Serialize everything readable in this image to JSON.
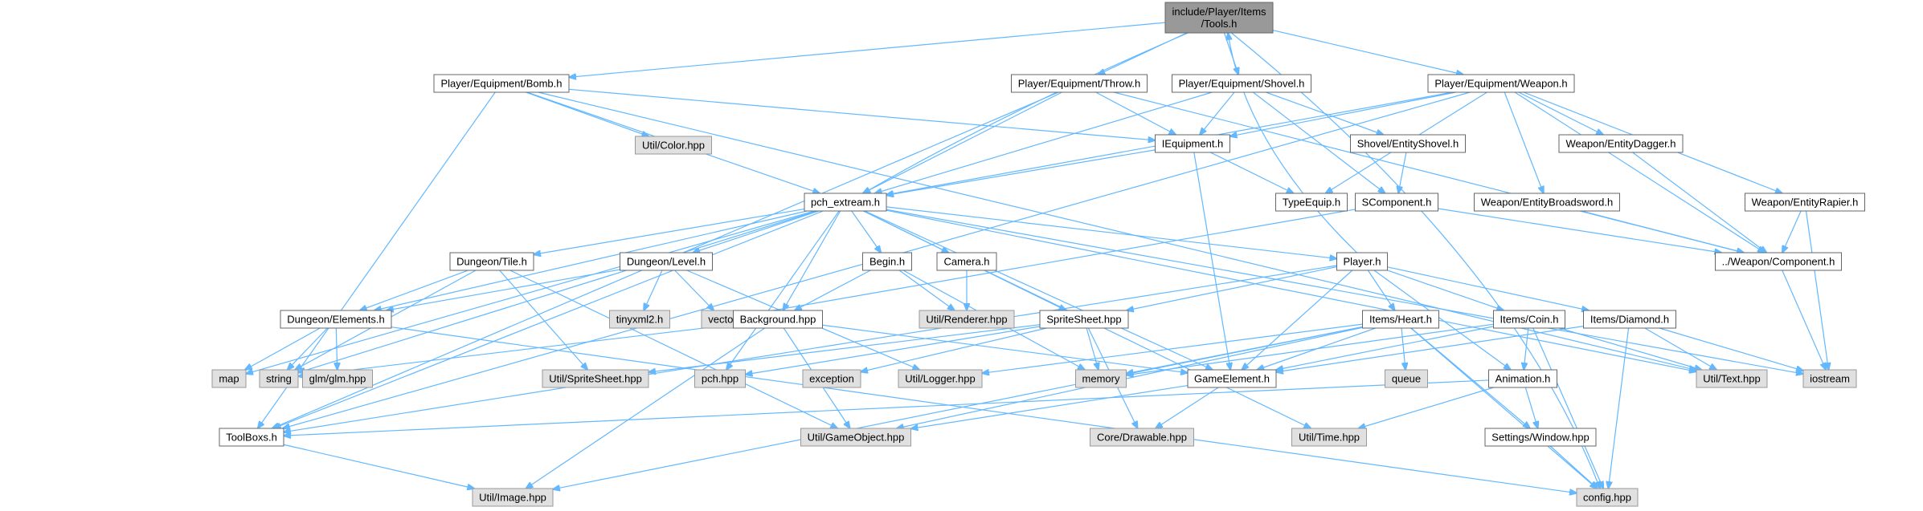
{
  "nodes": [
    {
      "id": "root",
      "label": [
        "include/Player/Items",
        "/Tools.h"
      ],
      "style": "root"
    },
    {
      "id": "bomb",
      "label": [
        "Player/Equipment/Bomb.h"
      ],
      "style": "white"
    },
    {
      "id": "throw",
      "label": [
        "Player/Equipment/Throw.h"
      ],
      "style": "white"
    },
    {
      "id": "shovel",
      "label": [
        "Player/Equipment/Shovel.h"
      ],
      "style": "white"
    },
    {
      "id": "weapon",
      "label": [
        "Player/Equipment/Weapon.h"
      ],
      "style": "white"
    },
    {
      "id": "color",
      "label": [
        "Util/Color.hpp"
      ],
      "style": "gray"
    },
    {
      "id": "iequip",
      "label": [
        "IEquipment.h"
      ],
      "style": "white"
    },
    {
      "id": "entshovel",
      "label": [
        "Shovel/EntityShovel.h"
      ],
      "style": "white"
    },
    {
      "id": "entdagger",
      "label": [
        "Weapon/EntityDagger.h"
      ],
      "style": "white"
    },
    {
      "id": "pch",
      "label": [
        "pch_extream.h"
      ],
      "style": "white"
    },
    {
      "id": "typeequip",
      "label": [
        "TypeEquip.h"
      ],
      "style": "white"
    },
    {
      "id": "scomp",
      "label": [
        "SComponent.h"
      ],
      "style": "white"
    },
    {
      "id": "broadsword",
      "label": [
        "Weapon/EntityBroadsword.h"
      ],
      "style": "white"
    },
    {
      "id": "rapier",
      "label": [
        "Weapon/EntityRapier.h"
      ],
      "style": "white"
    },
    {
      "id": "tile",
      "label": [
        "Dungeon/Tile.h"
      ],
      "style": "white"
    },
    {
      "id": "level",
      "label": [
        "Dungeon/Level.h"
      ],
      "style": "white"
    },
    {
      "id": "begin",
      "label": [
        "Begin.h"
      ],
      "style": "white"
    },
    {
      "id": "camera",
      "label": [
        "Camera.h"
      ],
      "style": "white"
    },
    {
      "id": "player",
      "label": [
        "Player.h"
      ],
      "style": "white"
    },
    {
      "id": "wcomp",
      "label": [
        "../Weapon/Component.h"
      ],
      "style": "white"
    },
    {
      "id": "elements",
      "label": [
        "Dungeon/Elements.h"
      ],
      "style": "white"
    },
    {
      "id": "tinyxml",
      "label": [
        "tinyxml2.h"
      ],
      "style": "gray"
    },
    {
      "id": "vector",
      "label": [
        "vector"
      ],
      "style": "gray"
    },
    {
      "id": "background",
      "label": [
        "Background.hpp"
      ],
      "style": "white"
    },
    {
      "id": "renderer",
      "label": [
        "Util/Renderer.hpp"
      ],
      "style": "gray"
    },
    {
      "id": "spritesheet",
      "label": [
        "SpriteSheet.hpp"
      ],
      "style": "white"
    },
    {
      "id": "heart",
      "label": [
        "Items/Heart.h"
      ],
      "style": "white"
    },
    {
      "id": "coin",
      "label": [
        "Items/Coin.h"
      ],
      "style": "white"
    },
    {
      "id": "diamond",
      "label": [
        "Items/Diamond.h"
      ],
      "style": "white"
    },
    {
      "id": "map",
      "label": [
        "map"
      ],
      "style": "gray"
    },
    {
      "id": "string",
      "label": [
        "string"
      ],
      "style": "gray"
    },
    {
      "id": "glm",
      "label": [
        "glm/glm.hpp"
      ],
      "style": "gray"
    },
    {
      "id": "utilss",
      "label": [
        "Util/SpriteSheet.hpp"
      ],
      "style": "gray"
    },
    {
      "id": "pchhpp",
      "label": [
        "pch.hpp"
      ],
      "style": "gray"
    },
    {
      "id": "exception",
      "label": [
        "exception"
      ],
      "style": "gray"
    },
    {
      "id": "logger",
      "label": [
        "Util/Logger.hpp"
      ],
      "style": "gray"
    },
    {
      "id": "memory",
      "label": [
        "memory"
      ],
      "style": "gray"
    },
    {
      "id": "gameelem",
      "label": [
        "GameElement.h"
      ],
      "style": "white"
    },
    {
      "id": "queue",
      "label": [
        "queue"
      ],
      "style": "gray"
    },
    {
      "id": "animation",
      "label": [
        "Animation.h"
      ],
      "style": "white"
    },
    {
      "id": "text",
      "label": [
        "Util/Text.hpp"
      ],
      "style": "gray"
    },
    {
      "id": "iostream",
      "label": [
        "iostream"
      ],
      "style": "gray"
    },
    {
      "id": "toolbox",
      "label": [
        "ToolBoxs.h"
      ],
      "style": "white"
    },
    {
      "id": "gameobj",
      "label": [
        "Util/GameObject.hpp"
      ],
      "style": "gray"
    },
    {
      "id": "drawable",
      "label": [
        "Core/Drawable.hpp"
      ],
      "style": "gray"
    },
    {
      "id": "time",
      "label": [
        "Util/Time.hpp"
      ],
      "style": "gray"
    },
    {
      "id": "window",
      "label": [
        "Settings/Window.hpp"
      ],
      "style": "white"
    },
    {
      "id": "image",
      "label": [
        "Util/Image.hpp"
      ],
      "style": "gray"
    },
    {
      "id": "config",
      "label": [
        "config.hpp"
      ],
      "style": "gray"
    }
  ],
  "edges": [
    [
      "root",
      "bomb"
    ],
    [
      "root",
      "throw"
    ],
    [
      "root",
      "shovel"
    ],
    [
      "root",
      "weapon"
    ],
    [
      "root",
      "pch"
    ],
    [
      "root",
      "config"
    ],
    [
      "bomb",
      "color"
    ],
    [
      "bomb",
      "iequip"
    ],
    [
      "bomb",
      "pch"
    ],
    [
      "bomb",
      "toolbox"
    ],
    [
      "bomb",
      "text"
    ],
    [
      "throw",
      "iequip"
    ],
    [
      "throw",
      "pch"
    ],
    [
      "throw",
      "toolbox"
    ],
    [
      "throw",
      "wcomp"
    ],
    [
      "shovel",
      "iequip"
    ],
    [
      "shovel",
      "entshovel"
    ],
    [
      "shovel",
      "pch"
    ],
    [
      "shovel",
      "scomp"
    ],
    [
      "weapon",
      "iequip"
    ],
    [
      "weapon",
      "pch"
    ],
    [
      "weapon",
      "typeequip"
    ],
    [
      "weapon",
      "entdagger"
    ],
    [
      "weapon",
      "broadsword"
    ],
    [
      "weapon",
      "rapier"
    ],
    [
      "weapon",
      "wcomp"
    ],
    [
      "weapon",
      "toolbox"
    ],
    [
      "entshovel",
      "scomp"
    ],
    [
      "iequip",
      "pch"
    ],
    [
      "iequip",
      "typeequip"
    ],
    [
      "iequip",
      "gameelem"
    ],
    [
      "scomp",
      "vector"
    ],
    [
      "scomp",
      "wcomp"
    ],
    [
      "broadsword",
      "wcomp"
    ],
    [
      "entdagger",
      "wcomp"
    ],
    [
      "rapier",
      "wcomp"
    ],
    [
      "rapier",
      "iostream"
    ],
    [
      "wcomp",
      "iostream"
    ],
    [
      "pch",
      "tile"
    ],
    [
      "pch",
      "level"
    ],
    [
      "pch",
      "begin"
    ],
    [
      "pch",
      "camera"
    ],
    [
      "pch",
      "player"
    ],
    [
      "pch",
      "elements"
    ],
    [
      "pch",
      "background"
    ],
    [
      "pch",
      "spritesheet"
    ],
    [
      "pch",
      "gameelem"
    ],
    [
      "pch",
      "map"
    ],
    [
      "pch",
      "string"
    ],
    [
      "pch",
      "toolbox"
    ],
    [
      "pch",
      "pchhpp"
    ],
    [
      "pch",
      "text"
    ],
    [
      "pch",
      "iostream"
    ],
    [
      "tile",
      "elements"
    ],
    [
      "tile",
      "string"
    ],
    [
      "tile",
      "utilss"
    ],
    [
      "tile",
      "gameobj"
    ],
    [
      "level",
      "elements"
    ],
    [
      "level",
      "tinyxml"
    ],
    [
      "level",
      "vector"
    ],
    [
      "level",
      "logger"
    ],
    [
      "elements",
      "map"
    ],
    [
      "elements",
      "string"
    ],
    [
      "elements",
      "glm"
    ],
    [
      "elements",
      "config"
    ],
    [
      "begin",
      "background"
    ],
    [
      "begin",
      "renderer"
    ],
    [
      "begin",
      "memory"
    ],
    [
      "camera",
      "renderer"
    ],
    [
      "camera",
      "time"
    ],
    [
      "background",
      "gameelem"
    ],
    [
      "background",
      "gameobj"
    ],
    [
      "background",
      "image"
    ],
    [
      "background",
      "string"
    ],
    [
      "spritesheet",
      "memory"
    ],
    [
      "spritesheet",
      "exception"
    ],
    [
      "spritesheet",
      "pchhpp"
    ],
    [
      "spritesheet",
      "drawable"
    ],
    [
      "spritesheet",
      "utilss"
    ],
    [
      "player",
      "spritesheet"
    ],
    [
      "player",
      "heart"
    ],
    [
      "player",
      "coin"
    ],
    [
      "player",
      "diamond"
    ],
    [
      "player",
      "animation"
    ],
    [
      "player",
      "gameelem"
    ],
    [
      "player",
      "toolbox"
    ],
    [
      "player",
      "root"
    ],
    [
      "heart",
      "gameelem"
    ],
    [
      "heart",
      "memory"
    ],
    [
      "heart",
      "queue"
    ],
    [
      "heart",
      "window"
    ],
    [
      "heart",
      "config"
    ],
    [
      "heart",
      "image"
    ],
    [
      "heart",
      "gameobj"
    ],
    [
      "heart",
      "logger"
    ],
    [
      "coin",
      "animation"
    ],
    [
      "coin",
      "gameelem"
    ],
    [
      "coin",
      "text"
    ],
    [
      "coin",
      "config"
    ],
    [
      "coin",
      "memory"
    ],
    [
      "diamond",
      "gameelem"
    ],
    [
      "diamond",
      "text"
    ],
    [
      "diamond",
      "iostream"
    ],
    [
      "diamond",
      "config"
    ],
    [
      "animation",
      "toolbox"
    ],
    [
      "animation",
      "time"
    ],
    [
      "animation",
      "window"
    ],
    [
      "gameelem",
      "gameobj"
    ],
    [
      "gameelem",
      "drawable"
    ],
    [
      "window",
      "config"
    ],
    [
      "toolbox",
      "image"
    ]
  ]
}
